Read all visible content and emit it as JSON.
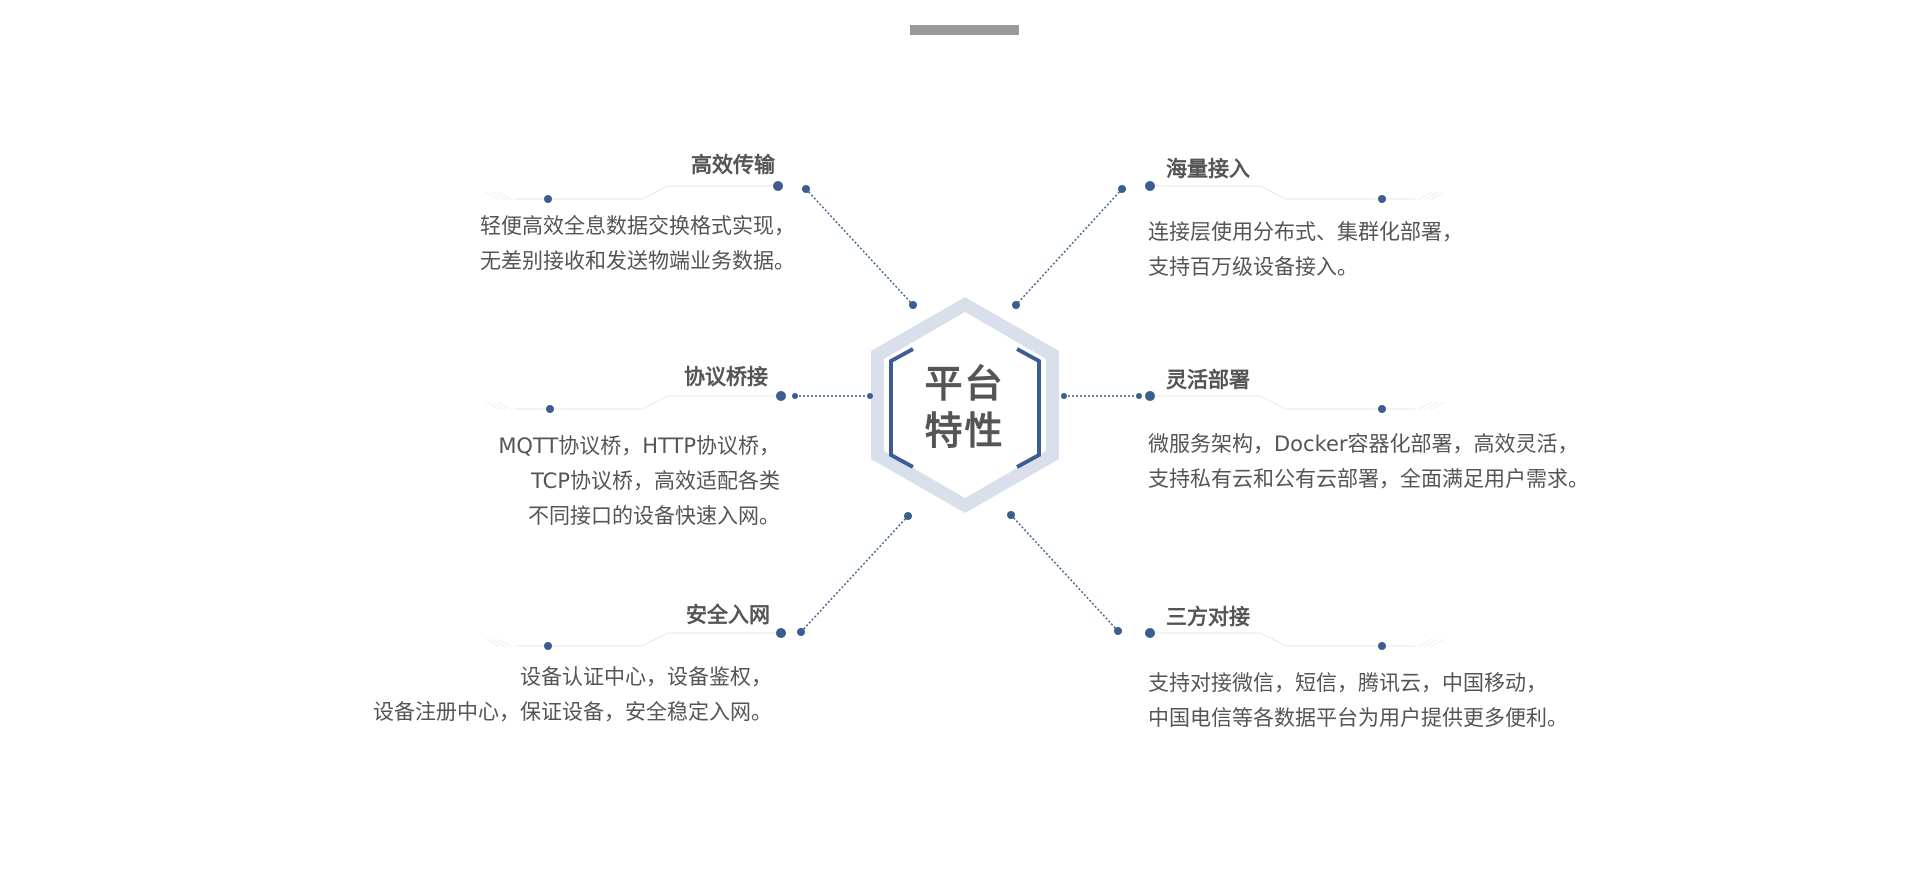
{
  "center": {
    "line1": "平台",
    "line2": "特性"
  },
  "features": [
    {
      "id": "efficient-transfer",
      "title": "高效传输",
      "lines": [
        "轻便高效全息数据交换格式实现，",
        "无差别接收和发送物端业务数据。"
      ]
    },
    {
      "id": "massive-access",
      "title": "海量接入",
      "lines": [
        "连接层使用分布式、集群化部署，",
        "支持百万级设备接入。"
      ]
    },
    {
      "id": "protocol-bridge",
      "title": "协议桥接",
      "lines": [
        "MQTT协议桥，HTTP协议桥，",
        "TCP协议桥，高效适配各类",
        "不同接口的设备快速入网。"
      ]
    },
    {
      "id": "flexible-deploy",
      "title": "灵活部署",
      "lines": [
        "微服务架构，Docker容器化部署，高效灵活，",
        "支持私有云和公有云部署，全面满足用户需求。"
      ]
    },
    {
      "id": "secure-access",
      "title": "安全入网",
      "lines": [
        "设备认证中心，设备鉴权，",
        "设备注册中心，保证设备，安全稳定入网。"
      ]
    },
    {
      "id": "third-party",
      "title": "三方对接",
      "lines": [
        "支持对接微信，短信，腾讯云，中国移动，",
        "中国电信等各数据平台为用户提供更多便利。"
      ]
    }
  ],
  "colors": {
    "accent": "#3b5d8f",
    "hexagon_fill": "#d9e0ec",
    "text": "#555555",
    "top_bar": "#9a9a9a"
  }
}
